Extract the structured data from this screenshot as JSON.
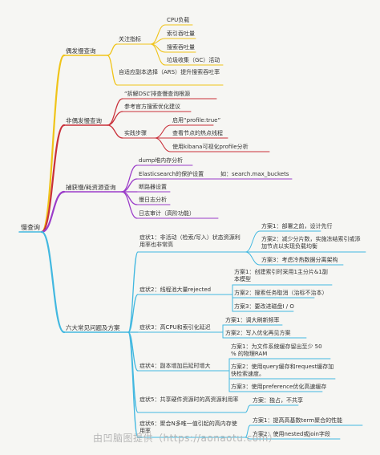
{
  "root": "慢查询",
  "branches": {
    "sporadic": {
      "label": "偶发慢查询",
      "focus": "关注指标",
      "metrics": [
        "CPU负载",
        "索引吞吐量",
        "搜索吞吐量",
        "垃圾收集（GC）活动"
      ],
      "ars": "自适应副本选择（ARS）提升搜索吞吐率"
    },
    "non_sporadic": {
      "label": "非偶发慢查询",
      "items": [
        "“拆解DSL”排查慢查询根源",
        "参考官方搜索优化建议"
      ],
      "steps_label": "实践步骤",
      "steps": [
        "启用“profile:true”",
        "查看节点的热点线程",
        "使用kibana可视化profile分析"
      ]
    },
    "capture": {
      "label": "捕获慢/耗资源查询",
      "items": [
        "dump堆内存分析",
        "Elasticsearch的保护设置",
        "断路器设置",
        "慢日志分析",
        "日志审计（高阶功能）"
      ],
      "example": "如：search.max_buckets"
    },
    "six": {
      "label": "六大常见问题及方案",
      "symptoms": [
        {
          "label": "症状1：非活动（检索/写入）状态资源利用率也非常高",
          "solutions": [
            "方案1：部署之前，设计先行",
            "方案2：减少分片数，实施冻结索引或添加节点以实现负载均衡",
            "方案3：考虑冷热数据分离架构"
          ]
        },
        {
          "label": "症状2：线程池大量rejected",
          "solutions": [
            "方案1：创建索引时采用1主分片&1副本模型",
            "方案2：搜索任务取消（治标不治本）",
            "方案3：要改进磁盘I / O"
          ]
        },
        {
          "label": "症状3：高CPU和索引化延迟",
          "solutions": [
            "方案1：调大刷新频率",
            "方案2：写入优化再见方案"
          ]
        },
        {
          "label": "症状4：副本增加后延时增大",
          "solutions": [
            "方案1：为文件系统缓存留出至少 50 % 的物理RAM",
            "方案2：使用query缓存和request缓存加快检索速度。",
            "方案3：使用preference优化高速缓存"
          ]
        },
        {
          "label": "症状5：共享硬件资源时的高资源利用率",
          "solutions": [
            "方案：独占，不共享"
          ]
        },
        {
          "label": "症状6：聚合N多唯一值引起的高内存使用率",
          "solutions": [
            "方案1：提高高基数term聚合的性能",
            "方案2：使用nested或join字段"
          ]
        }
      ]
    }
  },
  "watermark": "由凹脑图提供（https://aonaotu.com）",
  "colors": {
    "sporadic": "#f0c419",
    "non_sporadic": "#c9303a",
    "capture": "#9b3cc9",
    "six": "#42b8e0",
    "root_line": "#42b8e0"
  }
}
